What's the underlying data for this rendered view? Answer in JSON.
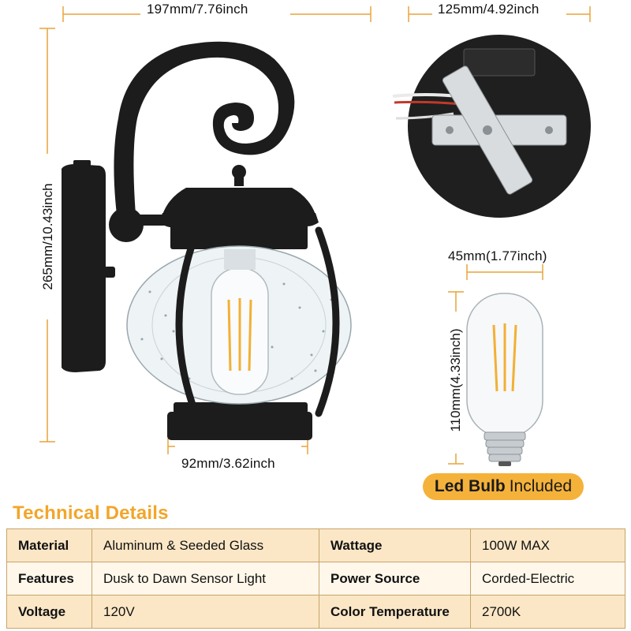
{
  "dimensions": {
    "width_total": "197mm/7.76inch",
    "height_total": "265mm/10.43inch",
    "base_width": "92mm/3.62inch",
    "backplate_diameter": "125mm/4.92inch",
    "bulb_width": "45mm(1.77inch)",
    "bulb_height": "110mm(4.33inch)"
  },
  "badge": {
    "bold": "Led Bulb",
    "rest": "Included"
  },
  "technical": {
    "title": "Technical Details",
    "rows": [
      {
        "k1": "Material",
        "v1": "Aluminum & Seeded Glass",
        "k2": "Wattage",
        "v2": "100W MAX"
      },
      {
        "k1": "Features",
        "v1": "Dusk to Dawn Sensor Light",
        "k2": "Power Source",
        "v2": "Corded-Electric"
      },
      {
        "k1": "Voltage",
        "v1": "120V",
        "k2": "Color Temperature",
        "v2": "2700K"
      }
    ]
  },
  "colors": {
    "accent": "#f2a62a",
    "dimension_line": "#e9a43a",
    "fixture": "#1c1c1c"
  }
}
